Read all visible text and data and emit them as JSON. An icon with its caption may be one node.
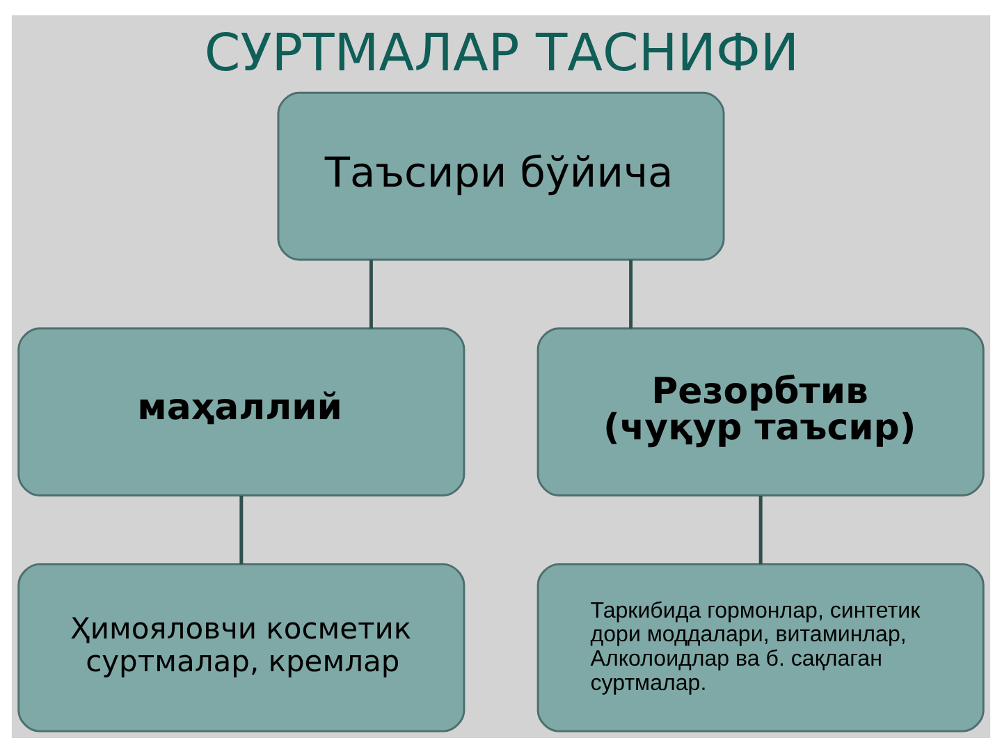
{
  "diagram": {
    "title": "СУРТМАЛАР ТАСНИФИ",
    "nodes": [
      {
        "text": [
          "Таъсири бўйича"
        ]
      },
      {
        "text": [
          "маҳаллий"
        ]
      },
      {
        "text": [
          "Резорбтив",
          "(чуқур таъсир)"
        ]
      },
      {
        "text": [
          "Ҳимояловчи косметик суртмалар, кремлар"
        ]
      },
      {
        "text": [
          "Таркибида гормонлар, синтетик дори моддалари, витаминлар, Алколоидлар ва б. сақлаган суртмалар."
        ]
      }
    ],
    "edges": [
      {
        "from": 0,
        "to": 1,
        "arrow": "none"
      },
      {
        "from": 0,
        "to": 2,
        "arrow": "none"
      },
      {
        "from": 1,
        "to": 3,
        "arrow": "none"
      },
      {
        "from": 2,
        "to": 4,
        "arrow": "none"
      }
    ]
  }
}
